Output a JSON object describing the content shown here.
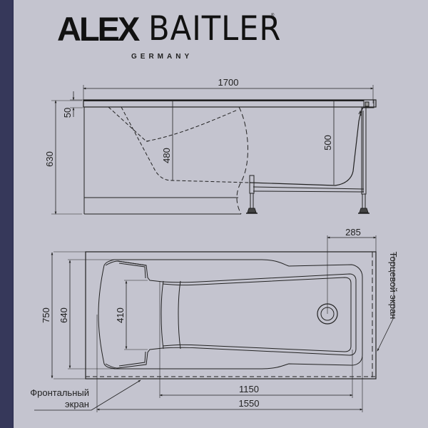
{
  "brand": {
    "name_bold": "ALEX",
    "name_light": "BAITLER",
    "registered": "®",
    "subtitle": "GERMANY"
  },
  "colors": {
    "background": "#c4c4cf",
    "stripe": "#36385a",
    "line": "#222222"
  },
  "side_view": {
    "dims": {
      "length": "1700",
      "rim_height": "50",
      "total_height": "630",
      "depth_inner": "480",
      "depth_outer": "500"
    }
  },
  "top_view": {
    "dims": {
      "drain_offset": "285",
      "width_total": "750",
      "width_inner": "640",
      "headrest_width": "410",
      "inner_length": "1150",
      "bowl_length": "1550"
    },
    "labels": {
      "front_panel_line1": "Фронтальный",
      "front_panel_line2": "экран",
      "end_panel": "Торцевой экран"
    }
  }
}
